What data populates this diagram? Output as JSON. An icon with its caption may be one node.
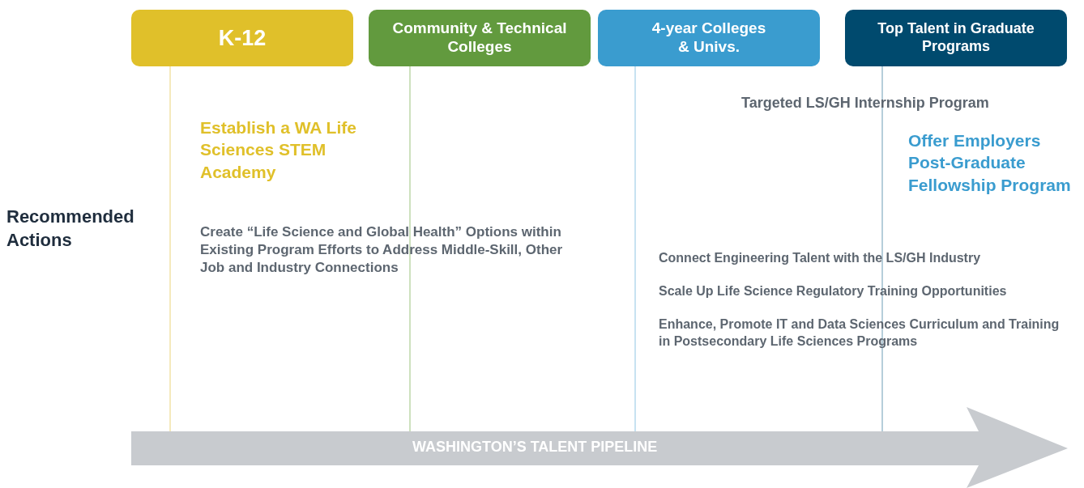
{
  "diagram": {
    "nodes": [
      {
        "text": [
          "K-12"
        ]
      },
      {
        "text": [
          "Community & Technical Colleges"
        ]
      },
      {
        "text": [
          "4-year Colleges & Univs."
        ]
      },
      {
        "text": [
          "Top Talent in Graduate Programs"
        ]
      },
      {
        "text": [
          "WASHINGTON’S TALENT PIPELINE"
        ]
      }
    ],
    "edges": [
      {
        "from": 0,
        "to": 4,
        "arrow": "none",
        "color": "#f0df9a"
      },
      {
        "from": 1,
        "to": 4,
        "arrow": "none",
        "color": "#b3d19c"
      },
      {
        "from": 2,
        "to": 4,
        "arrow": "none",
        "color": "#a9d3ea"
      },
      {
        "from": 3,
        "to": 4,
        "arrow": "none",
        "color": "#8fb3c6"
      }
    ],
    "labels": [
      "Targeted LS/GH Internship Program",
      "Establish a WA Life Sciences STEM Academy",
      "Offer Employers Post-Graduate Fellowship Program",
      "Recommended Actions",
      "Create “Life Science and Global Health” Options within Existing Program Efforts to Address Middle-Skill, Other Job and Industry Connections",
      "Connect Engineering Talent with the LS/GH Industry",
      "Scale Up Life Science Regulatory Training Opportunities",
      "Enhance, Promote IT and Data Sciences Curriculum and Training in Postsecondary Life Sciences Programs"
    ]
  }
}
